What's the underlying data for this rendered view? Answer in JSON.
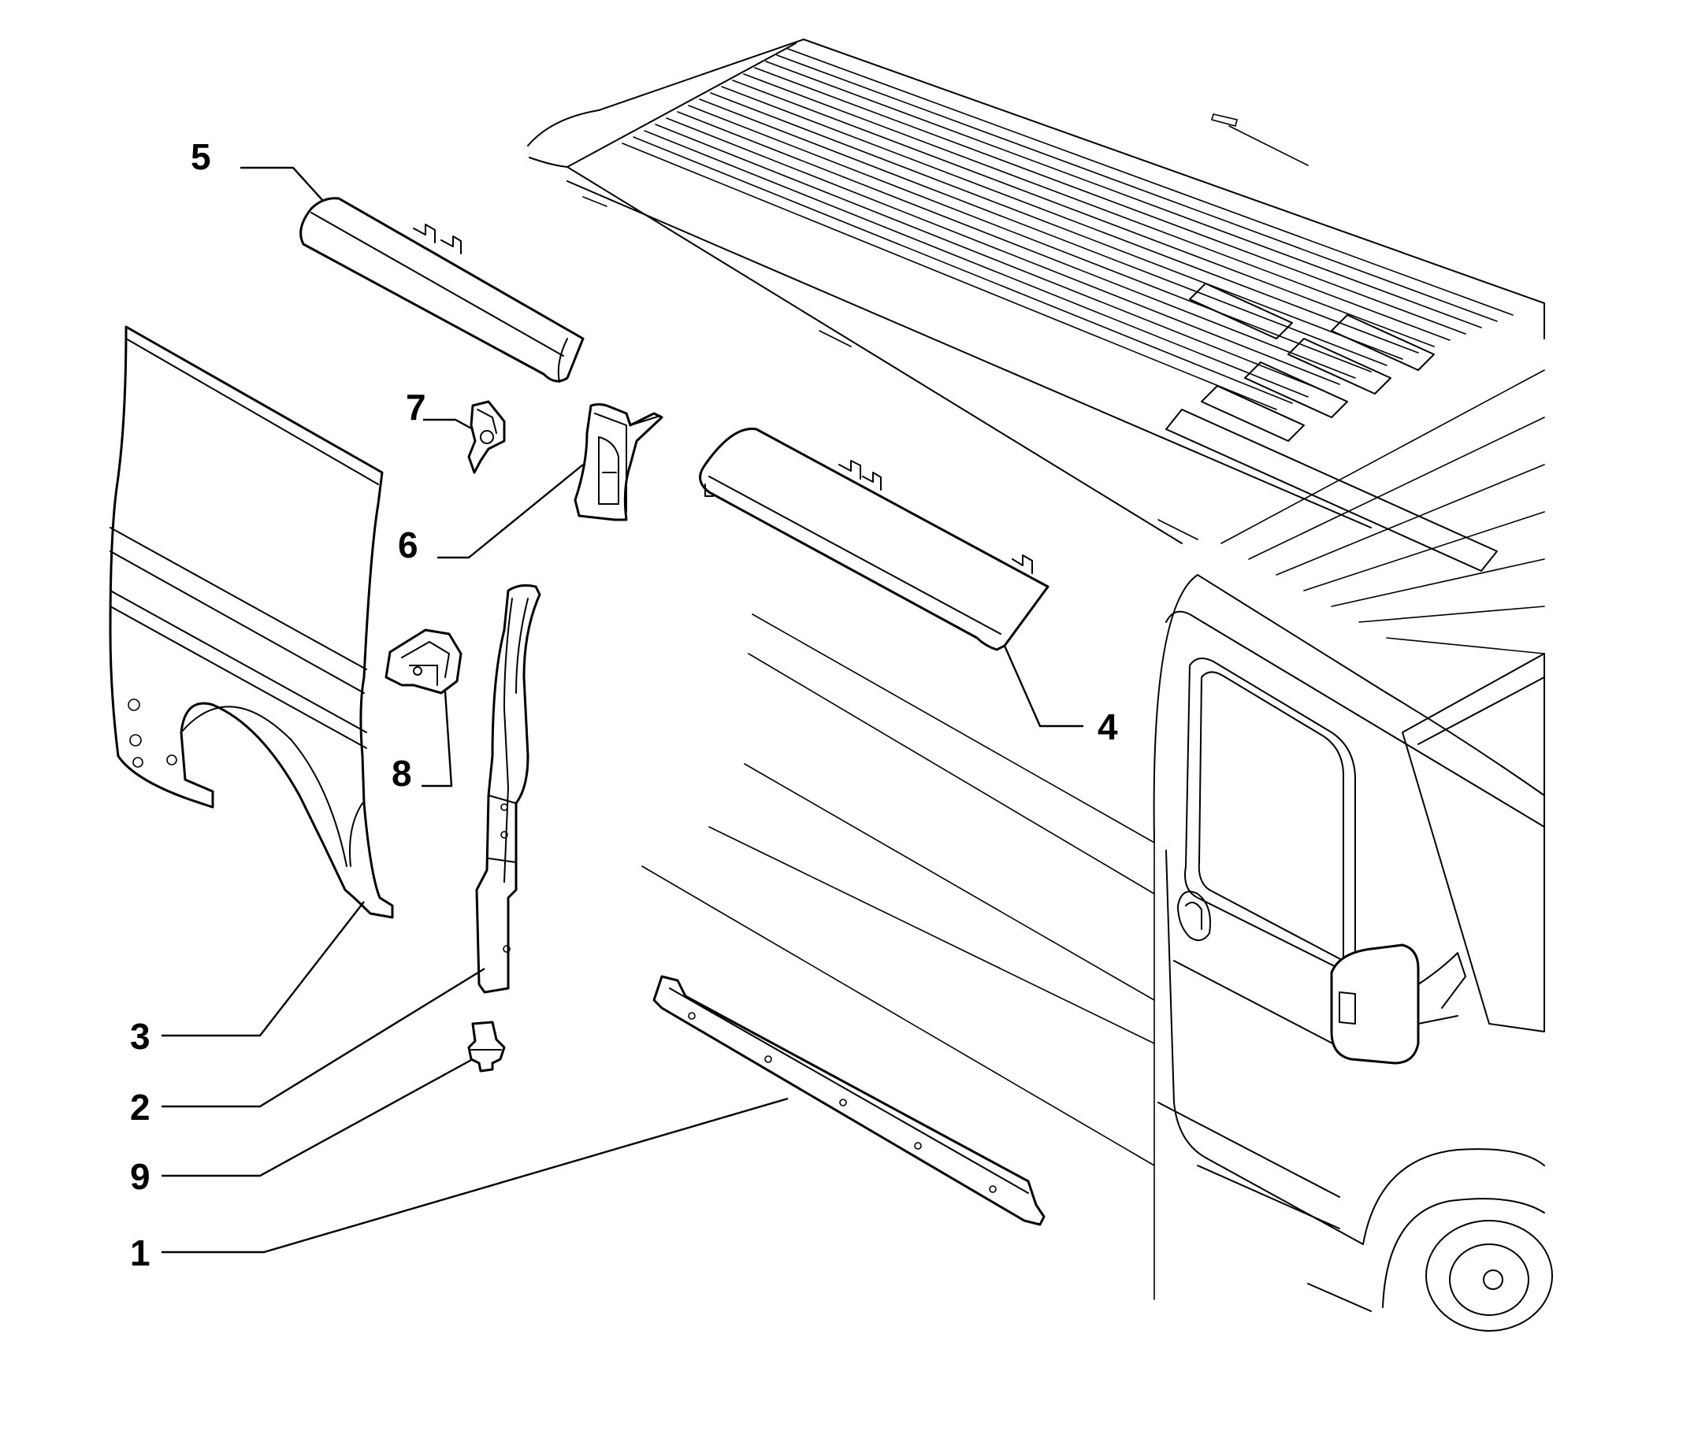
{
  "colors": {
    "line": "#000000",
    "background": "#ffffff"
  },
  "callouts": [
    {
      "id": "1",
      "label": "1"
    },
    {
      "id": "2",
      "label": "2"
    },
    {
      "id": "3",
      "label": "3"
    },
    {
      "id": "4",
      "label": "4"
    },
    {
      "id": "5",
      "label": "5"
    },
    {
      "id": "6",
      "label": "6"
    },
    {
      "id": "7",
      "label": "7"
    },
    {
      "id": "8",
      "label": "8"
    },
    {
      "id": "9",
      "label": "9"
    }
  ]
}
